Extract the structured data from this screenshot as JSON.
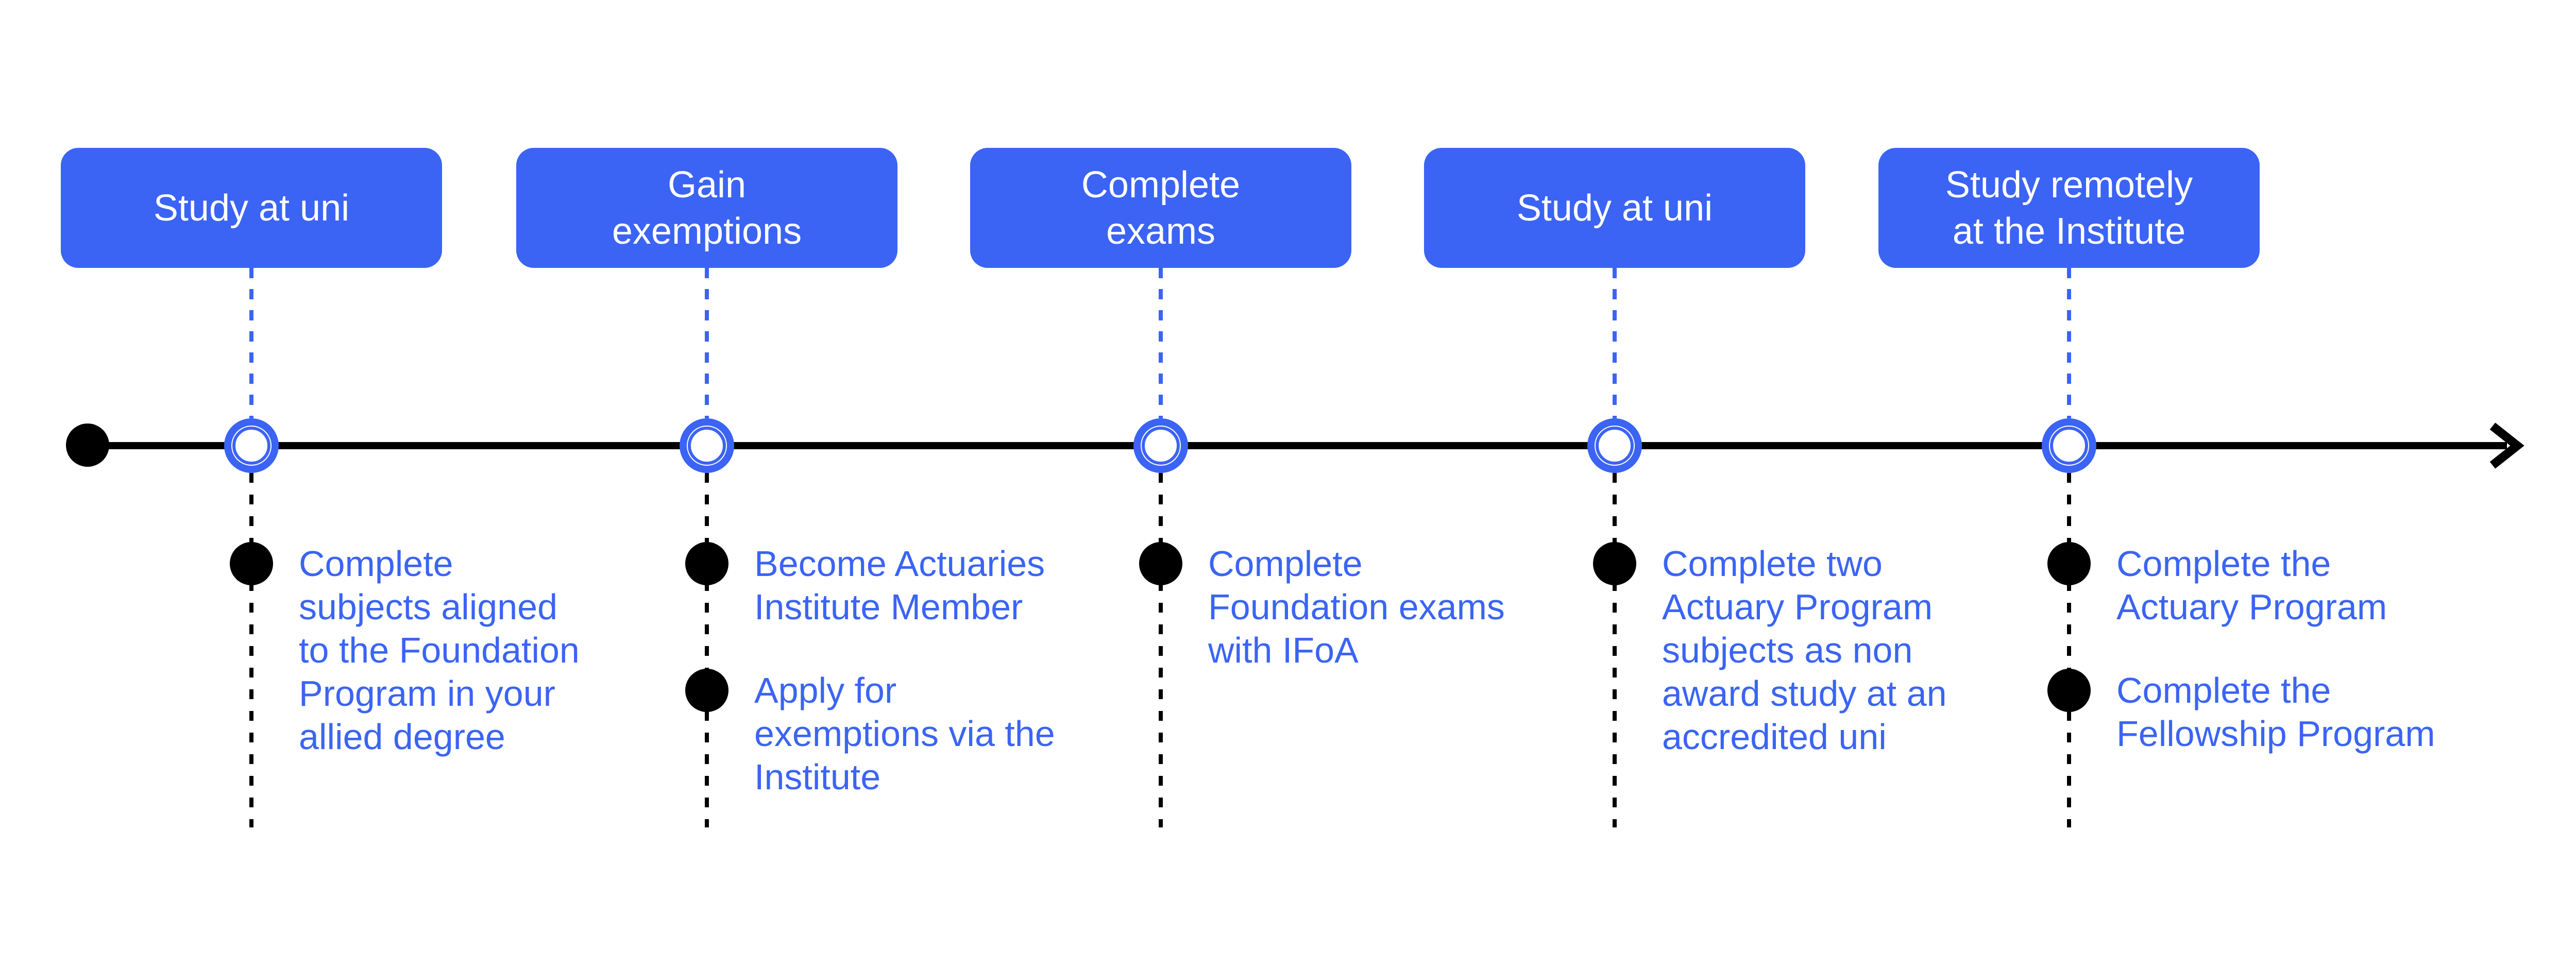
{
  "diagram": {
    "type": "timeline",
    "colors": {
      "accent_blue": "#3B64F4",
      "line_black": "#000000",
      "label_text_white": "#FFFFFF",
      "background": "#FFFFFF"
    },
    "timeline": {
      "direction": "left-to-right",
      "start_marker": "filled-black-dot",
      "end_marker": "black-arrowhead",
      "node_style": "double-blue-ring"
    },
    "milestones": [
      {
        "label": "Study at uni",
        "bullets": [
          "Complete\nsubjects aligned\nto the Foundation\nProgram in your\nallied degree"
        ]
      },
      {
        "label": "Gain\nexemptions",
        "bullets": [
          "Become Actuaries\nInstitute Member",
          "Apply for\nexemptions via the\nInstitute"
        ]
      },
      {
        "label": "Complete\nexams",
        "bullets": [
          "Complete\nFoundation exams\nwith IFoA"
        ]
      },
      {
        "label": "Study at uni",
        "bullets": [
          "Complete two\nActuary Program\nsubjects as non\naward study at an\naccredited uni"
        ]
      },
      {
        "label": "Study remotely\nat the Institute",
        "bullets": [
          "Complete the\nActuary Program",
          "Complete the\nFellowship Program"
        ]
      }
    ]
  }
}
